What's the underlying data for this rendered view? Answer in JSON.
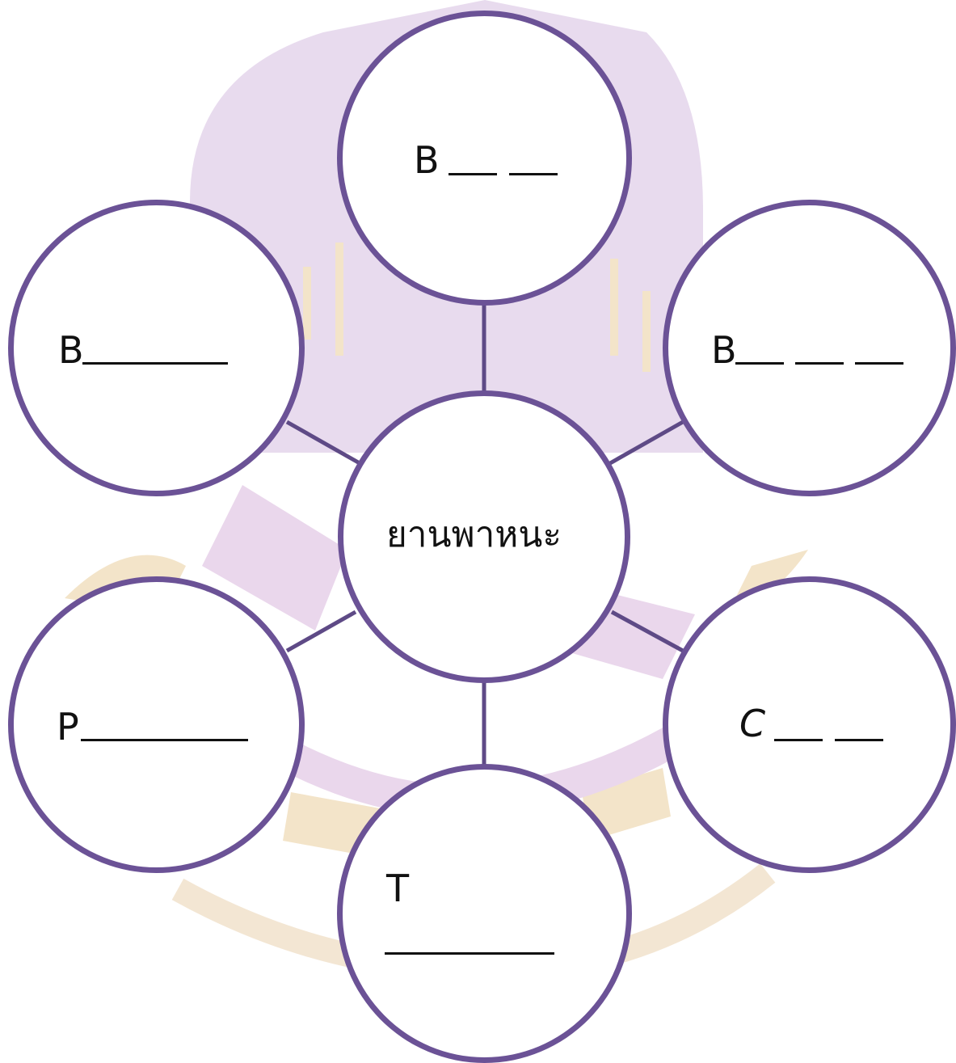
{
  "diagram": {
    "center_label": "ยานพาหนะ",
    "nodes": [
      {
        "id": "top",
        "letter": "B"
      },
      {
        "id": "upper-left",
        "letter": "B"
      },
      {
        "id": "upper-right",
        "letter": "B"
      },
      {
        "id": "lower-left",
        "letter": "P"
      },
      {
        "id": "lower-right",
        "letter": "C"
      },
      {
        "id": "bottom",
        "letter": "T"
      }
    ]
  },
  "colors": {
    "circle_border": "#6b5296",
    "connector": "#5e4a86",
    "text": "#111111",
    "watermark_purple": "#e6d8ec",
    "watermark_gold": "#f3e4c9"
  }
}
